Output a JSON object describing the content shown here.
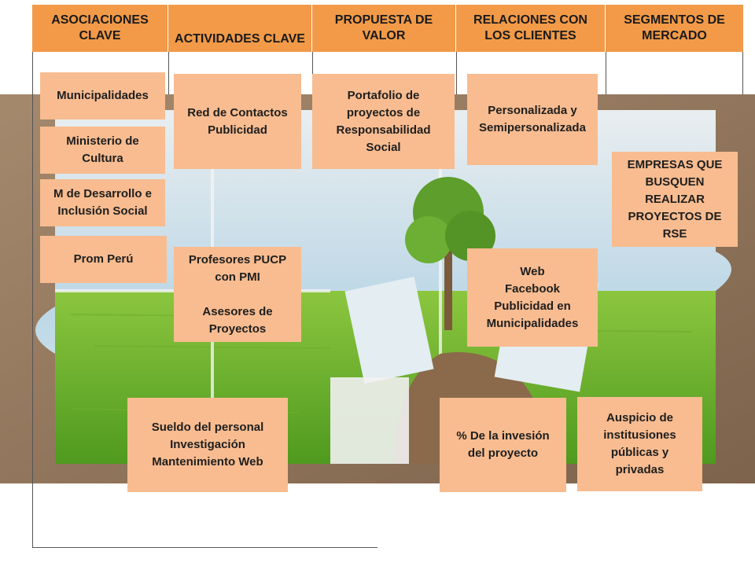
{
  "headers": {
    "key_partners": "ASOCIACIONES CLAVE",
    "key_activities": "ACTIVIDADES CLAVE",
    "value_proposition": "PROPUESTA DE VALOR",
    "customer_relationships": "RELACIONES CON LOS CLIENTES",
    "customer_segments": "SEGMENTOS DE MERCADO"
  },
  "boxes": {
    "municipalidades": "Municipalidades",
    "ministerio_cultura": "Ministerio de\nCultura",
    "desarrollo_inclusion": "M de Desarrollo e\nInclusión Social",
    "prom_peru": "Prom Perú",
    "red_contactos": "Red de Contactos\nPublicidad",
    "profesores": "Profesores PUCP\ncon PMI\n\nAsesores de\nProyectos",
    "portafolio": "Portafolio de\nproyectos de\nResponsabilidad\nSocial",
    "personalizada": "Personalizada y\nSemipersonalizada",
    "canales": "Web\nFacebook\nPublicidad en\nMunicipalidades",
    "empresas": "EMPRESAS QUE\nBUSQUEN\nREALIZAR\nPROYECTOS DE\nRSE",
    "costos": "Sueldo del personal\nInvestigación\nMantenimiento Web",
    "ingresos_inversion": "% De la invesión\ndel proyecto",
    "auspicio": "Auspicio de\ninstitusiones\npúblicas y\nprivadas"
  },
  "colors": {
    "header": "#f29a48",
    "box": "#f8bc90"
  }
}
